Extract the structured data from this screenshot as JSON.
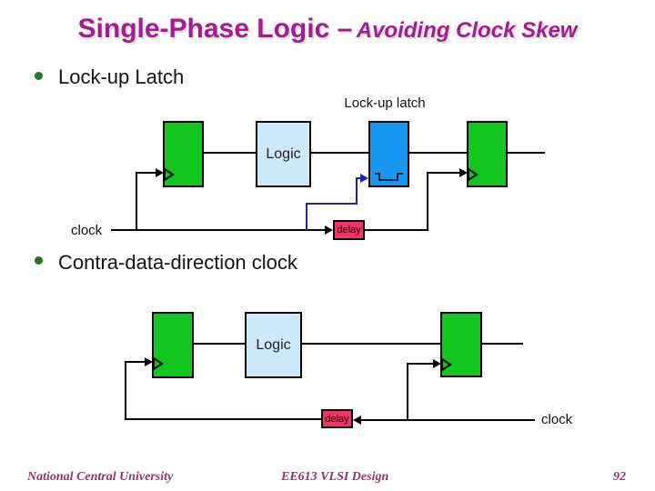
{
  "slide": {
    "title": {
      "main": "Single-Phase Logic –",
      "sub": "Avoiding Clock Skew"
    },
    "bullets": [
      {
        "label": "Lock-up Latch"
      },
      {
        "label": "Contra-data-direction clock"
      }
    ],
    "diagram1": {
      "caption": "Lock-up latch",
      "logic_label": "Logic",
      "delay_label": "delay",
      "clock_label": "clock"
    },
    "diagram2": {
      "logic_label": "Logic",
      "delay_label": "delay",
      "clock_label": "clock"
    },
    "footer": {
      "left": "National Central University",
      "center": "EE613 VLSI Design",
      "page": "92"
    },
    "colors": {
      "title_magenta": "#aa189a",
      "flipflop_green": "#12c51f",
      "lockup_latch_blue": "#1897f0",
      "logic_fill_lightblue": "#cce9fb",
      "delay_pink": "#f23268",
      "wire_black": "#000000",
      "early_clock_wire_navy": "#2222aa",
      "bullet_green": "#1e7d1e",
      "footer_purple": "#993366"
    }
  }
}
